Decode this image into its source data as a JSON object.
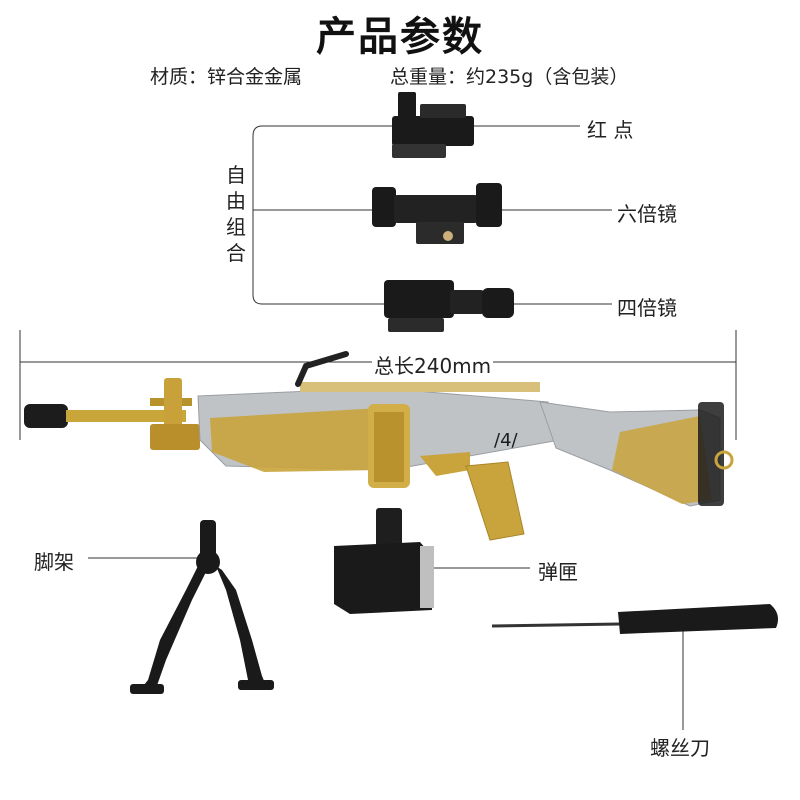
{
  "title": "产品参数",
  "specs": {
    "material": "材质：锌合金金属",
    "weight": "总重量：约235g（含包装）"
  },
  "group_label": [
    "自",
    "由",
    "组",
    "合"
  ],
  "accessories": {
    "red_dot": "红  点",
    "six_x_scope": "六倍镜",
    "four_x_scope": "四倍镜"
  },
  "total_length": "总长240mm",
  "parts": {
    "bipod": "脚架",
    "magazine": "弹匣",
    "screwdriver": "螺丝刀"
  }
}
